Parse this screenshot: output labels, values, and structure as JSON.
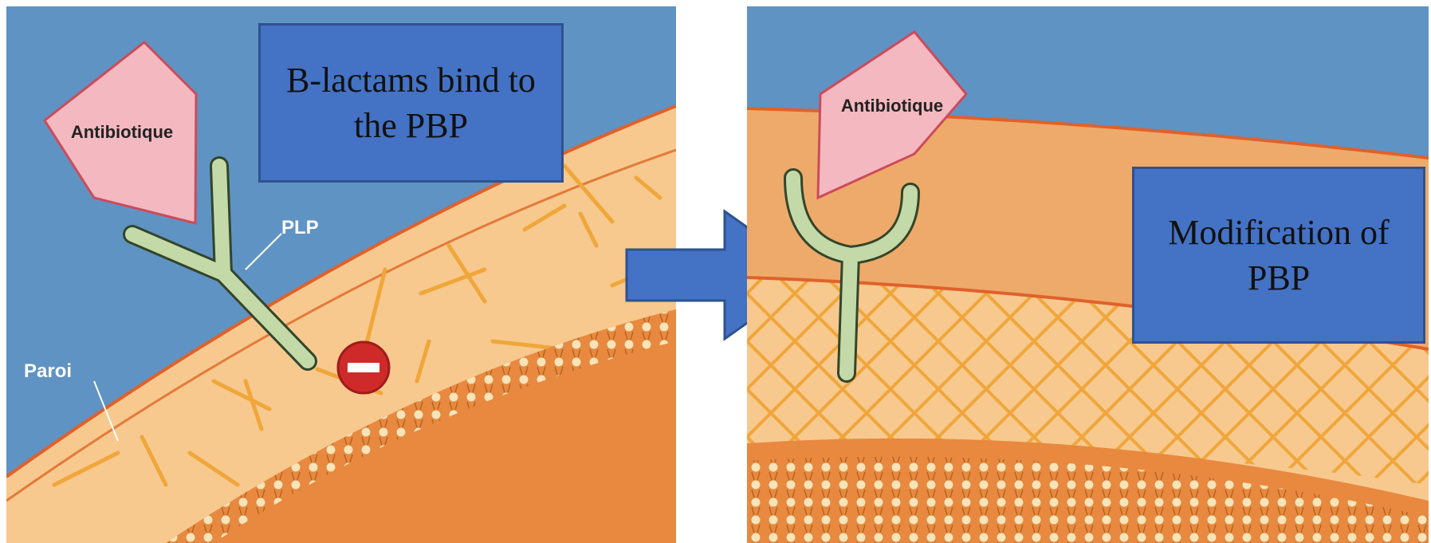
{
  "left_panel": {
    "callout_lines": [
      "B-lactams bind to",
      "the PBP"
    ],
    "antibiotic_label": "Antibiotique",
    "plp_label": "PLP",
    "wall_label": "Paroi"
  },
  "right_panel": {
    "callout_lines": [
      "Modification of",
      "PBP"
    ],
    "antibiotic_label": "Antibiotique"
  },
  "colors": {
    "sky": "#5f93c3",
    "wall": "#f7c98e",
    "membrane": "#e8893f",
    "antibiotic": "#f4b8c0",
    "protein": "#c4d9a8",
    "callout": "#4472c4",
    "stop_sign": "#cf2a2a"
  },
  "icons": [
    "antibiotic-pentagon-icon",
    "pbp-y-shape-icon",
    "stop-sign-icon",
    "right-arrow-icon"
  ]
}
